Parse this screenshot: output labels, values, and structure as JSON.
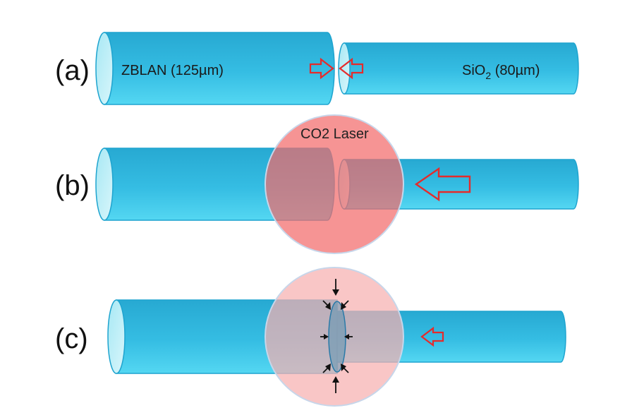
{
  "panels": [
    {
      "label": "(a)"
    },
    {
      "label": "(b)"
    },
    {
      "label": "(c)"
    }
  ],
  "fibers": {
    "zblan_label": "ZBLAN (125µm)",
    "sio2_prefix": "SiO",
    "sio2_subscript": "2",
    "sio2_suffix": " (80µm)"
  },
  "laser": {
    "label": "CO2 Laser"
  },
  "colors": {
    "fiber": "#2eb1d6",
    "fiber_edge": "#1aa3d0",
    "laser_strong": "#f36b6b",
    "laser_light": "#f7b0b0",
    "arrow": "#e52b2b"
  }
}
